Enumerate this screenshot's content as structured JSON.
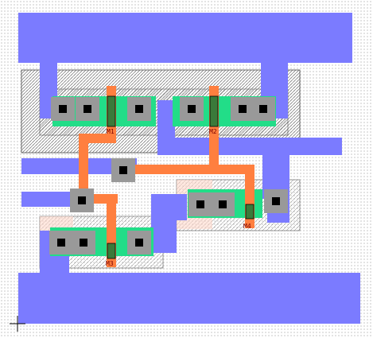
{
  "layout": {
    "colors": {
      "metal": "#7b7bff",
      "diffusion": "#22dd88",
      "poly": "#ff7f3f",
      "contact": "#999999",
      "contact_core": "#000000",
      "well_hatch": "#666666",
      "select_outline": "#333333",
      "label": "#7a0000"
    },
    "transistor_labels": [
      "M1",
      "M2",
      "M3",
      "M4"
    ]
  }
}
